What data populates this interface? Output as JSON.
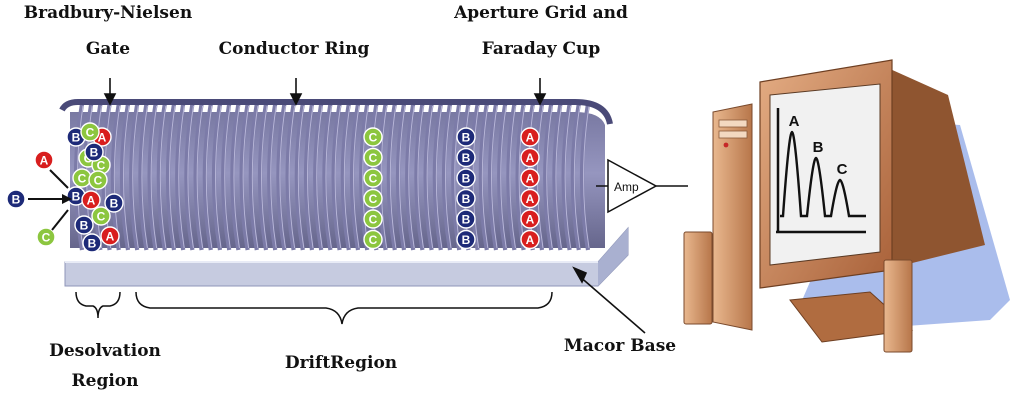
{
  "labels": {
    "gate": [
      "Bradbury-Nielsen",
      "Gate"
    ],
    "conductor": "Conductor Ring",
    "aperture": [
      "Aperture Grid and",
      "Faraday Cup"
    ],
    "desolvation": [
      "Desolvation",
      "Region"
    ],
    "drift": "DriftRegion",
    "macor": "Macor Base",
    "amp": "Amp"
  },
  "ions": {
    "A": {
      "text": "A",
      "color": "#d81e1e"
    },
    "B": {
      "text": "B",
      "color": "#1d2a78"
    },
    "C": {
      "text": "C",
      "color": "#8cc63f"
    }
  },
  "spectrum": {
    "labels": [
      "A",
      "B",
      "C"
    ],
    "peak_heights": [
      0.84,
      0.58,
      0.36
    ]
  },
  "colors": {
    "rings": "#7c7ba8",
    "base": "#c6cbe0",
    "monitor": "#d4956a",
    "shadow": "#8ea7e6"
  }
}
